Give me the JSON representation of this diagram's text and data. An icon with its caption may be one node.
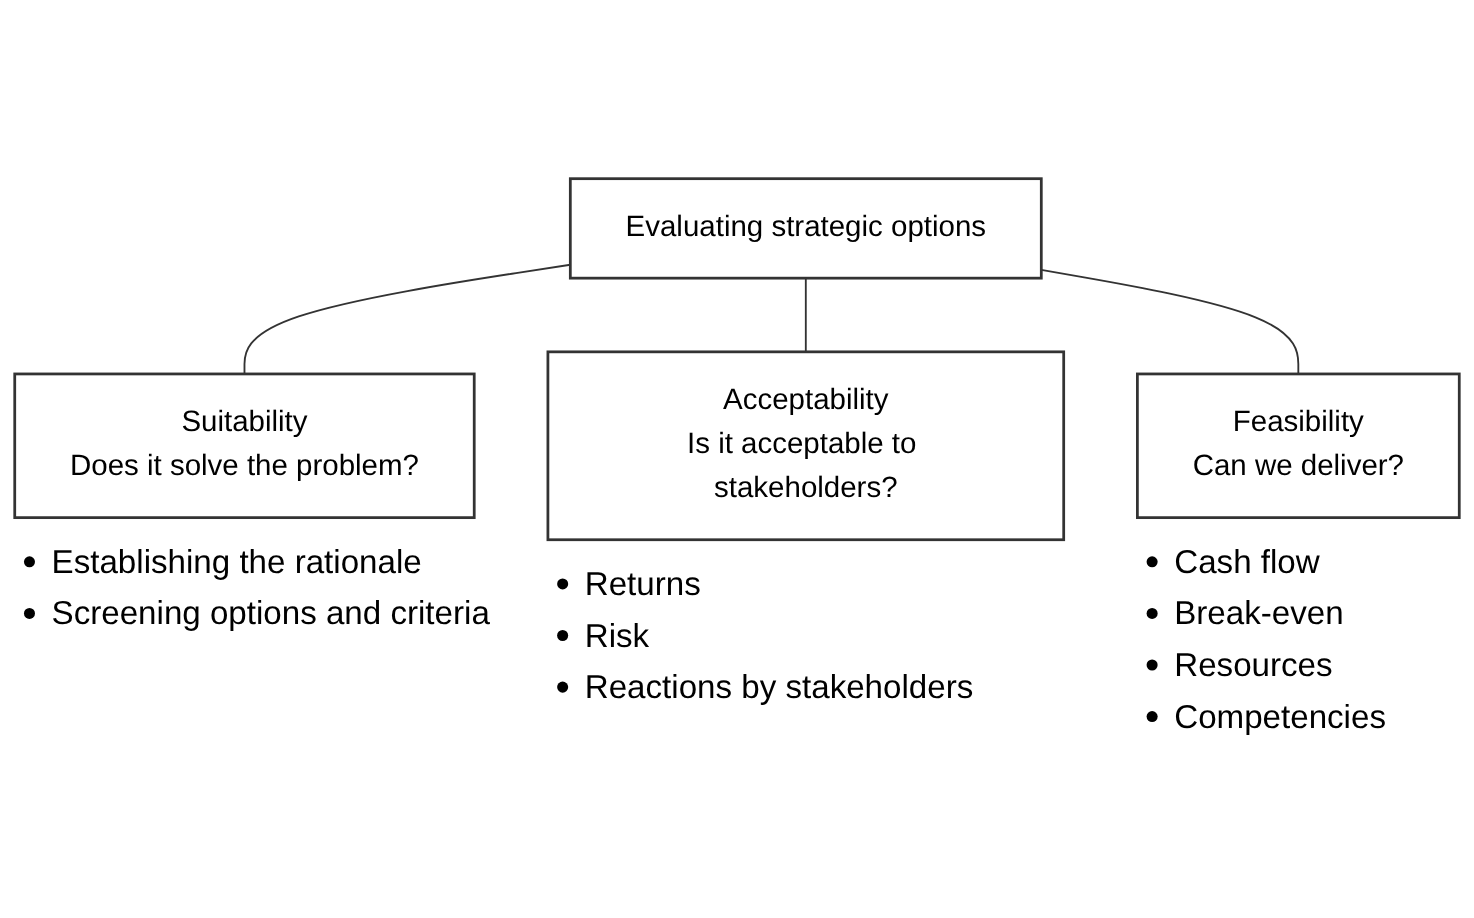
{
  "diagram": {
    "nodes": [
      {
        "text": [
          "Evaluating strategic options"
        ]
      },
      {
        "text": [
          "Suitability",
          "Does it solve the problem?"
        ],
        "beside": [
          "Establishing the rationale",
          "Screening options and criteria"
        ]
      },
      {
        "text": [
          "Acceptability",
          "Is it acceptable to stakeholders?"
        ],
        "beside": [
          "Returns",
          "Risk",
          "Reactions by stakeholders"
        ]
      },
      {
        "text": [
          "Feasibility",
          "Can we deliver?"
        ],
        "beside": [
          "Cash flow",
          "Break-even",
          "Resources",
          "Competencies"
        ]
      }
    ],
    "edges": [
      {
        "from": 0,
        "to": 1,
        "arrow": "none"
      },
      {
        "from": 0,
        "to": 2,
        "arrow": "none"
      },
      {
        "from": 0,
        "to": 3,
        "arrow": "none"
      }
    ]
  }
}
